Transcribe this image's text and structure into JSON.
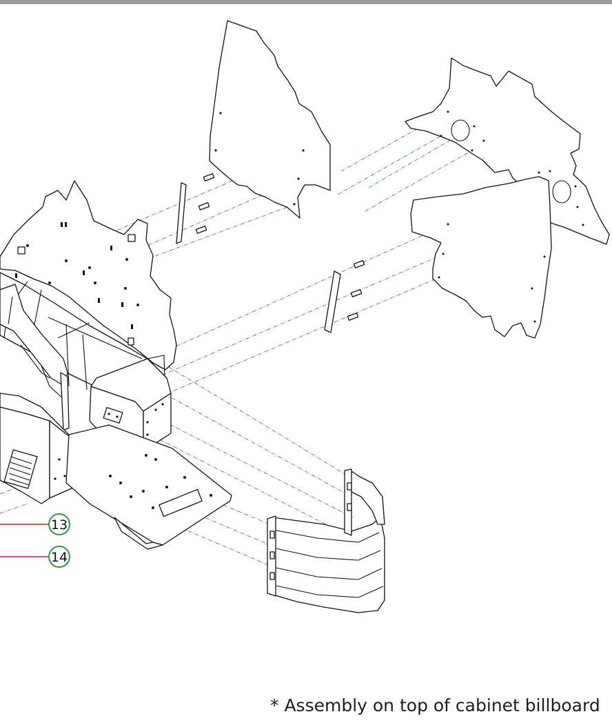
{
  "callouts": [
    {
      "number": "13",
      "leader_color": "#d21c1c",
      "ring_color": "#2d9b45"
    },
    {
      "number": "14",
      "leader_color": "#d21c1c",
      "ring_color": "#2d9b45"
    }
  ],
  "footnote": "* Assembly on top of cabinet billboard",
  "colors": {
    "header_rule": "#9a9a9a",
    "outline": "#111111",
    "guide_lines": "#4a6fc2"
  }
}
